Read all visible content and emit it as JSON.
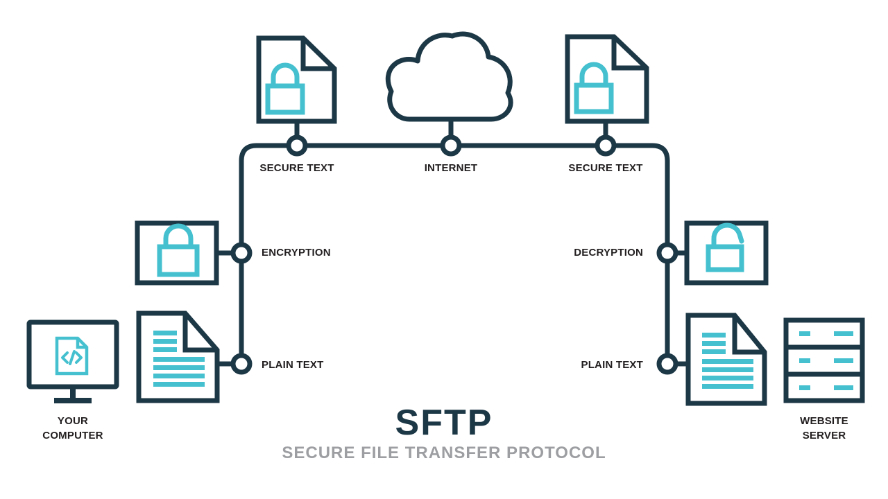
{
  "diagram": {
    "title": "SFTP",
    "subtitle": "SECURE FILE TRANSFER PROTOCOL"
  },
  "nodes": {
    "secure_text_left": "SECURE TEXT",
    "internet": "INTERNET",
    "secure_text_right": "SECURE TEXT",
    "encryption": "ENCRYPTION",
    "decryption": "DECRYPTION",
    "plain_text_left": "PLAIN TEXT",
    "plain_text_right": "PLAIN TEXT"
  },
  "endpoints": {
    "computer": {
      "line1": "YOUR",
      "line2": "COMPUTER"
    },
    "server": {
      "line1": "WEBSITE",
      "line2": "SERVER"
    }
  },
  "icons": {
    "computer": "monitor-with-code-document-icon",
    "server": "server-rack-icon",
    "internet": "cloud-icon",
    "secure_text": "document-with-padlock-icon",
    "plain_text": "document-with-text-lines-icon",
    "encryption": "closed-padlock-icon",
    "decryption": "open-padlock-icon"
  },
  "colors": {
    "navy": "#1c3745",
    "teal": "#44c0cf",
    "label": "#221e1f",
    "gray": "#9c9ea1",
    "background": "#ffffff"
  }
}
